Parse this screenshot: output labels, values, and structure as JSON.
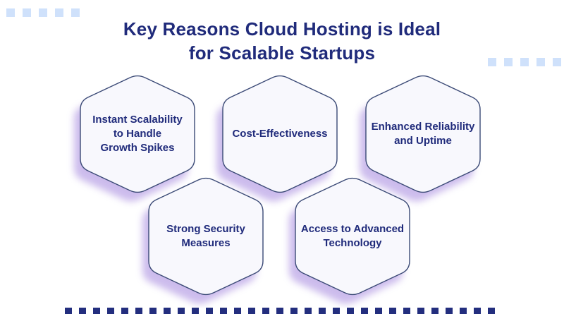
{
  "title": "Key Reasons Cloud Hosting is Ideal\nfor Scalable Startups",
  "hexagons": [
    {
      "label": "Instant Scalability\nto Handle\nGrowth Spikes"
    },
    {
      "label": "Cost-Effectiveness"
    },
    {
      "label": "Enhanced Reliability\nand Uptime"
    },
    {
      "label": "Strong Security\nMeasures"
    },
    {
      "label": "Access to Advanced\nTechnology"
    }
  ],
  "colors": {
    "title_text": "#202b7b",
    "hex_text": "#202b7b",
    "hex_fill": "#f8f8fd",
    "hex_border": "#3b4a76",
    "hex_shadow": "#c0abe8",
    "deco_square": "#cfe1fb",
    "footer_dark": "#232e7e",
    "footer_light": "#ffffff",
    "background": "#ffffff"
  }
}
